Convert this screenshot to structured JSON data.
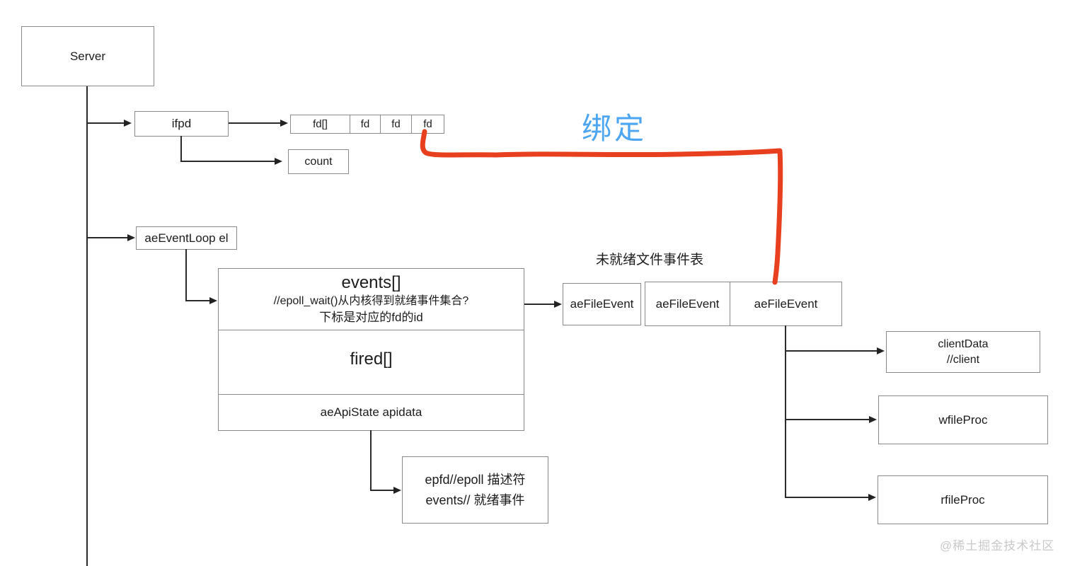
{
  "diagram": {
    "nodes": {
      "server": "Server",
      "ifpd": "ifpd",
      "count": "count",
      "fd_cells": [
        "fd[]",
        "fd",
        "fd",
        "fd"
      ],
      "ae_event_loop": "aeEventLoop el",
      "events_title": "events[]",
      "events_comment1": "//epoll_wait()从内核得到就绪事件集合?",
      "events_comment2": "下标是对应的fd的id",
      "fired_title": "fired[]",
      "api_state": "aeApiState apidata",
      "epfd_line1": "epfd//epoll 描述符",
      "epfd_line2": "events// 就绪事件",
      "unready_table_label": "未就绪文件事件表",
      "ae_file_event_1": "aeFileEvent",
      "ae_file_event_2": "aeFileEvent",
      "ae_file_event_3": "aeFileEvent",
      "client_data_line1": "clientData",
      "client_data_line2": "//client",
      "wfile_proc": "wfileProc",
      "rfile_proc": "rfileProc"
    },
    "annotations": {
      "binding_label": "绑定",
      "binding_color": "#4ba5f0",
      "stroke_red": "#e8401f"
    },
    "watermark": "@稀土掘金技术社区"
  }
}
